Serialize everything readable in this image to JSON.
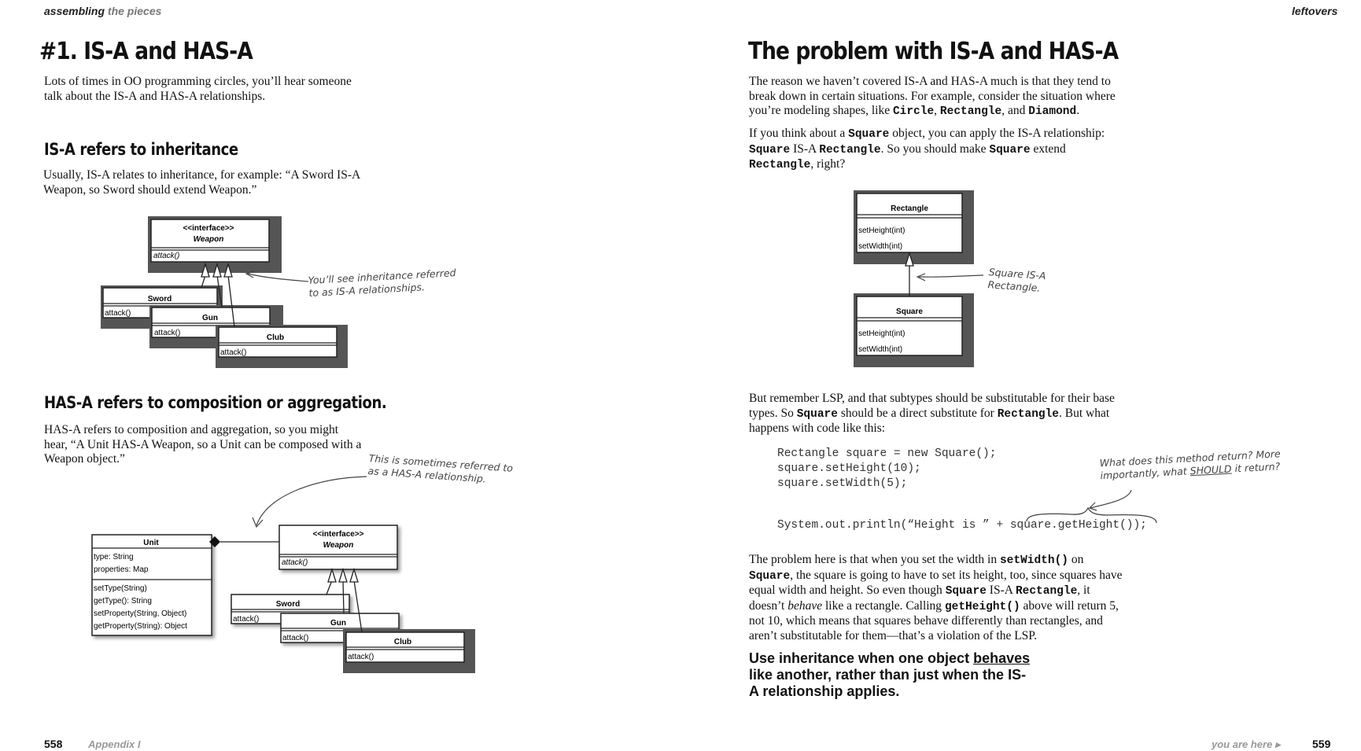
{
  "left_page": {
    "header_left": {
      "strong": "assembling",
      "light": "the pieces"
    },
    "title": "#1. IS-A and HAS-A",
    "intro": "Lots of times in OO programming circles, you’ll hear someone talk about the IS-A and HAS-A relationships.",
    "isa_heading": "IS-A refers to inheritance",
    "isa_text": "Usually, IS-A relates to inheritance, for example: “A Sword IS-A Weapon, so Sword should extend Weapon.”",
    "isa_note": "You’ll see inheritance referred to as IS-A relationships.",
    "hasa_heading": "HAS-A refers to composition or aggregation.",
    "hasa_text": "HAS-A refers to composition and aggregation, so you might hear, “A Unit HAS-A Weapon, so a Unit can be composed with a Weapon object.”",
    "hasa_note": "This is sometimes referred to as a HAS-A relationship.",
    "uml": {
      "stereotype": "<<interface>>",
      "weapon": "Weapon",
      "attack_abstract": "attack()",
      "sword": "Sword",
      "gun": "Gun",
      "club": "Club",
      "attack": "attack()",
      "unit": "Unit",
      "unit_attr_1": "type: String",
      "unit_attr_2": "properties: Map",
      "unit_op_1": "setType(String)",
      "unit_op_2": "getType(): String",
      "unit_op_3": "setProperty(String, Object)",
      "unit_op_4": "getProperty(String): Object"
    },
    "page_number": "558",
    "footer_label": "Appendix I"
  },
  "right_page": {
    "header_right": "leftovers",
    "title": "The problem with IS-A and HAS-A",
    "para1": {
      "a": "The reason we haven’t covered IS-A and HAS-A much is that they tend to break down in certain situations. For example, consider the situation where you’re modeling shapes, like ",
      "c1": "Circle",
      "s1": ", ",
      "c2": "Rectangle",
      "s2": ", and ",
      "c3": "Diamond",
      "s3": "."
    },
    "para2": {
      "a": "If you think about a ",
      "c1": "Square",
      "b": " object, you can apply the IS-A relationship: ",
      "c2": "Square",
      "c": " IS-A ",
      "c3": "Rectangle",
      "d": ". So you should make ",
      "c4": "Square",
      "e": " extend ",
      "c5": "Rectangle",
      "f": ", right?"
    },
    "uml": {
      "rectangle": "Rectangle",
      "square": "Square",
      "op1": "setHeight(int)",
      "op2": "setWidth(int)"
    },
    "square_note": "Square IS-A Rectangle.",
    "para3": {
      "a": "But remember LSP, and that subtypes should be substitutable for their base types. So ",
      "c1": "Square",
      "b": " should be a direct substitute for ",
      "c2": "Rectangle",
      "c": ". But what happens with code like this:"
    },
    "code_lines": [
      "Rectangle square = new Square();",
      "square.setHeight(10);",
      "square.setWidth(5);",
      "System.out.println(“Height is ” + square.getHeight());"
    ],
    "code_note_1": "What does this method return? More",
    "code_note_2": "importantly, what ",
    "code_note_em": "SHOULD",
    "code_note_3": " it return?",
    "para4": {
      "a": "The problem here is that when you set the width in ",
      "c1": "setWidth()",
      "b": " on ",
      "c2": "Square",
      "c": ", the square is going to have to set its height, too, since squares have equal width and height. So even though ",
      "c3": "Square",
      "d": " IS-A ",
      "c4": "Rectangle",
      "e": ", it doesn’t ",
      "em": "behave",
      "f": " like a rectangle. Calling ",
      "c5": "getHeight()",
      "g": " above will return 5, not 10, which means that squares behave differently than rectangles, and aren’t substitutable for them—that’s a violation of the LSP."
    },
    "callout": {
      "a": "Use inheritance when one object ",
      "u": "behaves",
      "b": " like another, rather than just when the IS-A relationship applies."
    },
    "footer_label": "you are here ▸",
    "page_number": "559"
  }
}
